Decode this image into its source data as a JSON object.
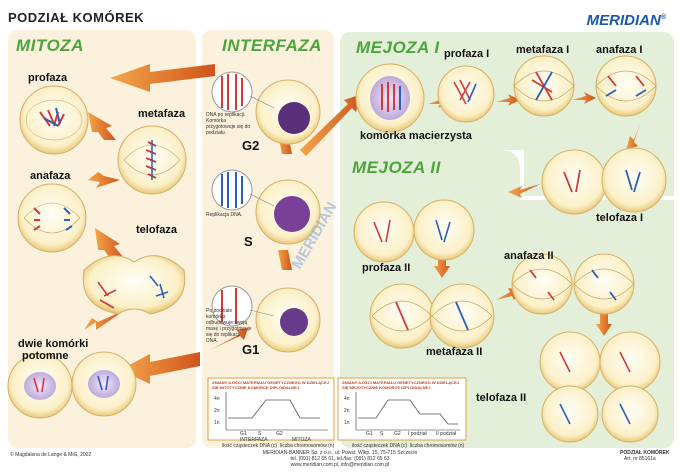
{
  "title": "PODZIAŁ KOMÓREK",
  "brand": "MERIDIAN",
  "brand_mark": "®",
  "watermark": "MERIDIAN",
  "mitoza": {
    "header": "MITOZA",
    "stages": [
      "profaza",
      "metafaza",
      "anafaza",
      "telofaza",
      "dwie komórki",
      "potomne"
    ]
  },
  "interfaza": {
    "header": "INTERFAZA",
    "phases": [
      "G2",
      "S",
      "G1"
    ],
    "notes": [
      "DNA po replikacji. Komórka przygotowuje się do podziału.",
      "Replikacja DNA.",
      "Po podziale komórka odbudowuje swoją masę i przygotowuje się do replikacji DNA."
    ]
  },
  "mejoza1": {
    "header": "MEJOZA I",
    "stages": [
      "profaza I",
      "metafaza I",
      "anafaza I",
      "telofaza I"
    ],
    "mother_cell": "komórka macierzysta"
  },
  "mejoza2": {
    "header": "MEJOZA II",
    "stages": [
      "profaza II",
      "anafaza II",
      "metafaza II",
      "telofaza II"
    ]
  },
  "graph1": {
    "title": "ZMIANY ILOŚCI MATERIAŁU GENETYCZNEGO W DZIELĄCEJ SIĘ MITOTYCZNIE KOMÓRCE DIPLOIDALNEJ",
    "y_labels": [
      "4n",
      "2n",
      "1n"
    ],
    "x_labels": [
      "G1",
      "S",
      "G2"
    ],
    "x_caption": [
      "INTERFAZA",
      "MITOZA"
    ],
    "legend": [
      "ilość cząsteczek DNA (c)",
      "liczba chromosomów (n)"
    ]
  },
  "graph2": {
    "title": "ZMIANY ILOŚCI MATERIAŁU GENETYCZNEGO W DZIELĄCEJ SIĘ MEJOTYCZNIE KOMÓRCE DIPLOIDALNEJ",
    "y_labels": [
      "4n",
      "2n",
      "1n"
    ],
    "x_labels": [
      "G1",
      "S",
      "G2",
      "I podział",
      "II podział"
    ],
    "legend": [
      "ilość cząsteczek DNA (c)",
      "liczba chromosomów (n)"
    ]
  },
  "footer": {
    "left": "© Magdalena de Lange & MiG, 2002",
    "center1": "MERIDIAN-BANNER Sp. z o.o., ul. Powst. Wlkp. 15, 75-715 Szczecin",
    "center2": "tel. (091) 812 65 61, tel./fax: (091) 812 65 63",
    "center3": "www.meridian.com.pl, info@meridian.com.pl",
    "right1": "PODZIAŁ KOMÓREK",
    "right2": "Art. nr 85161a"
  }
}
